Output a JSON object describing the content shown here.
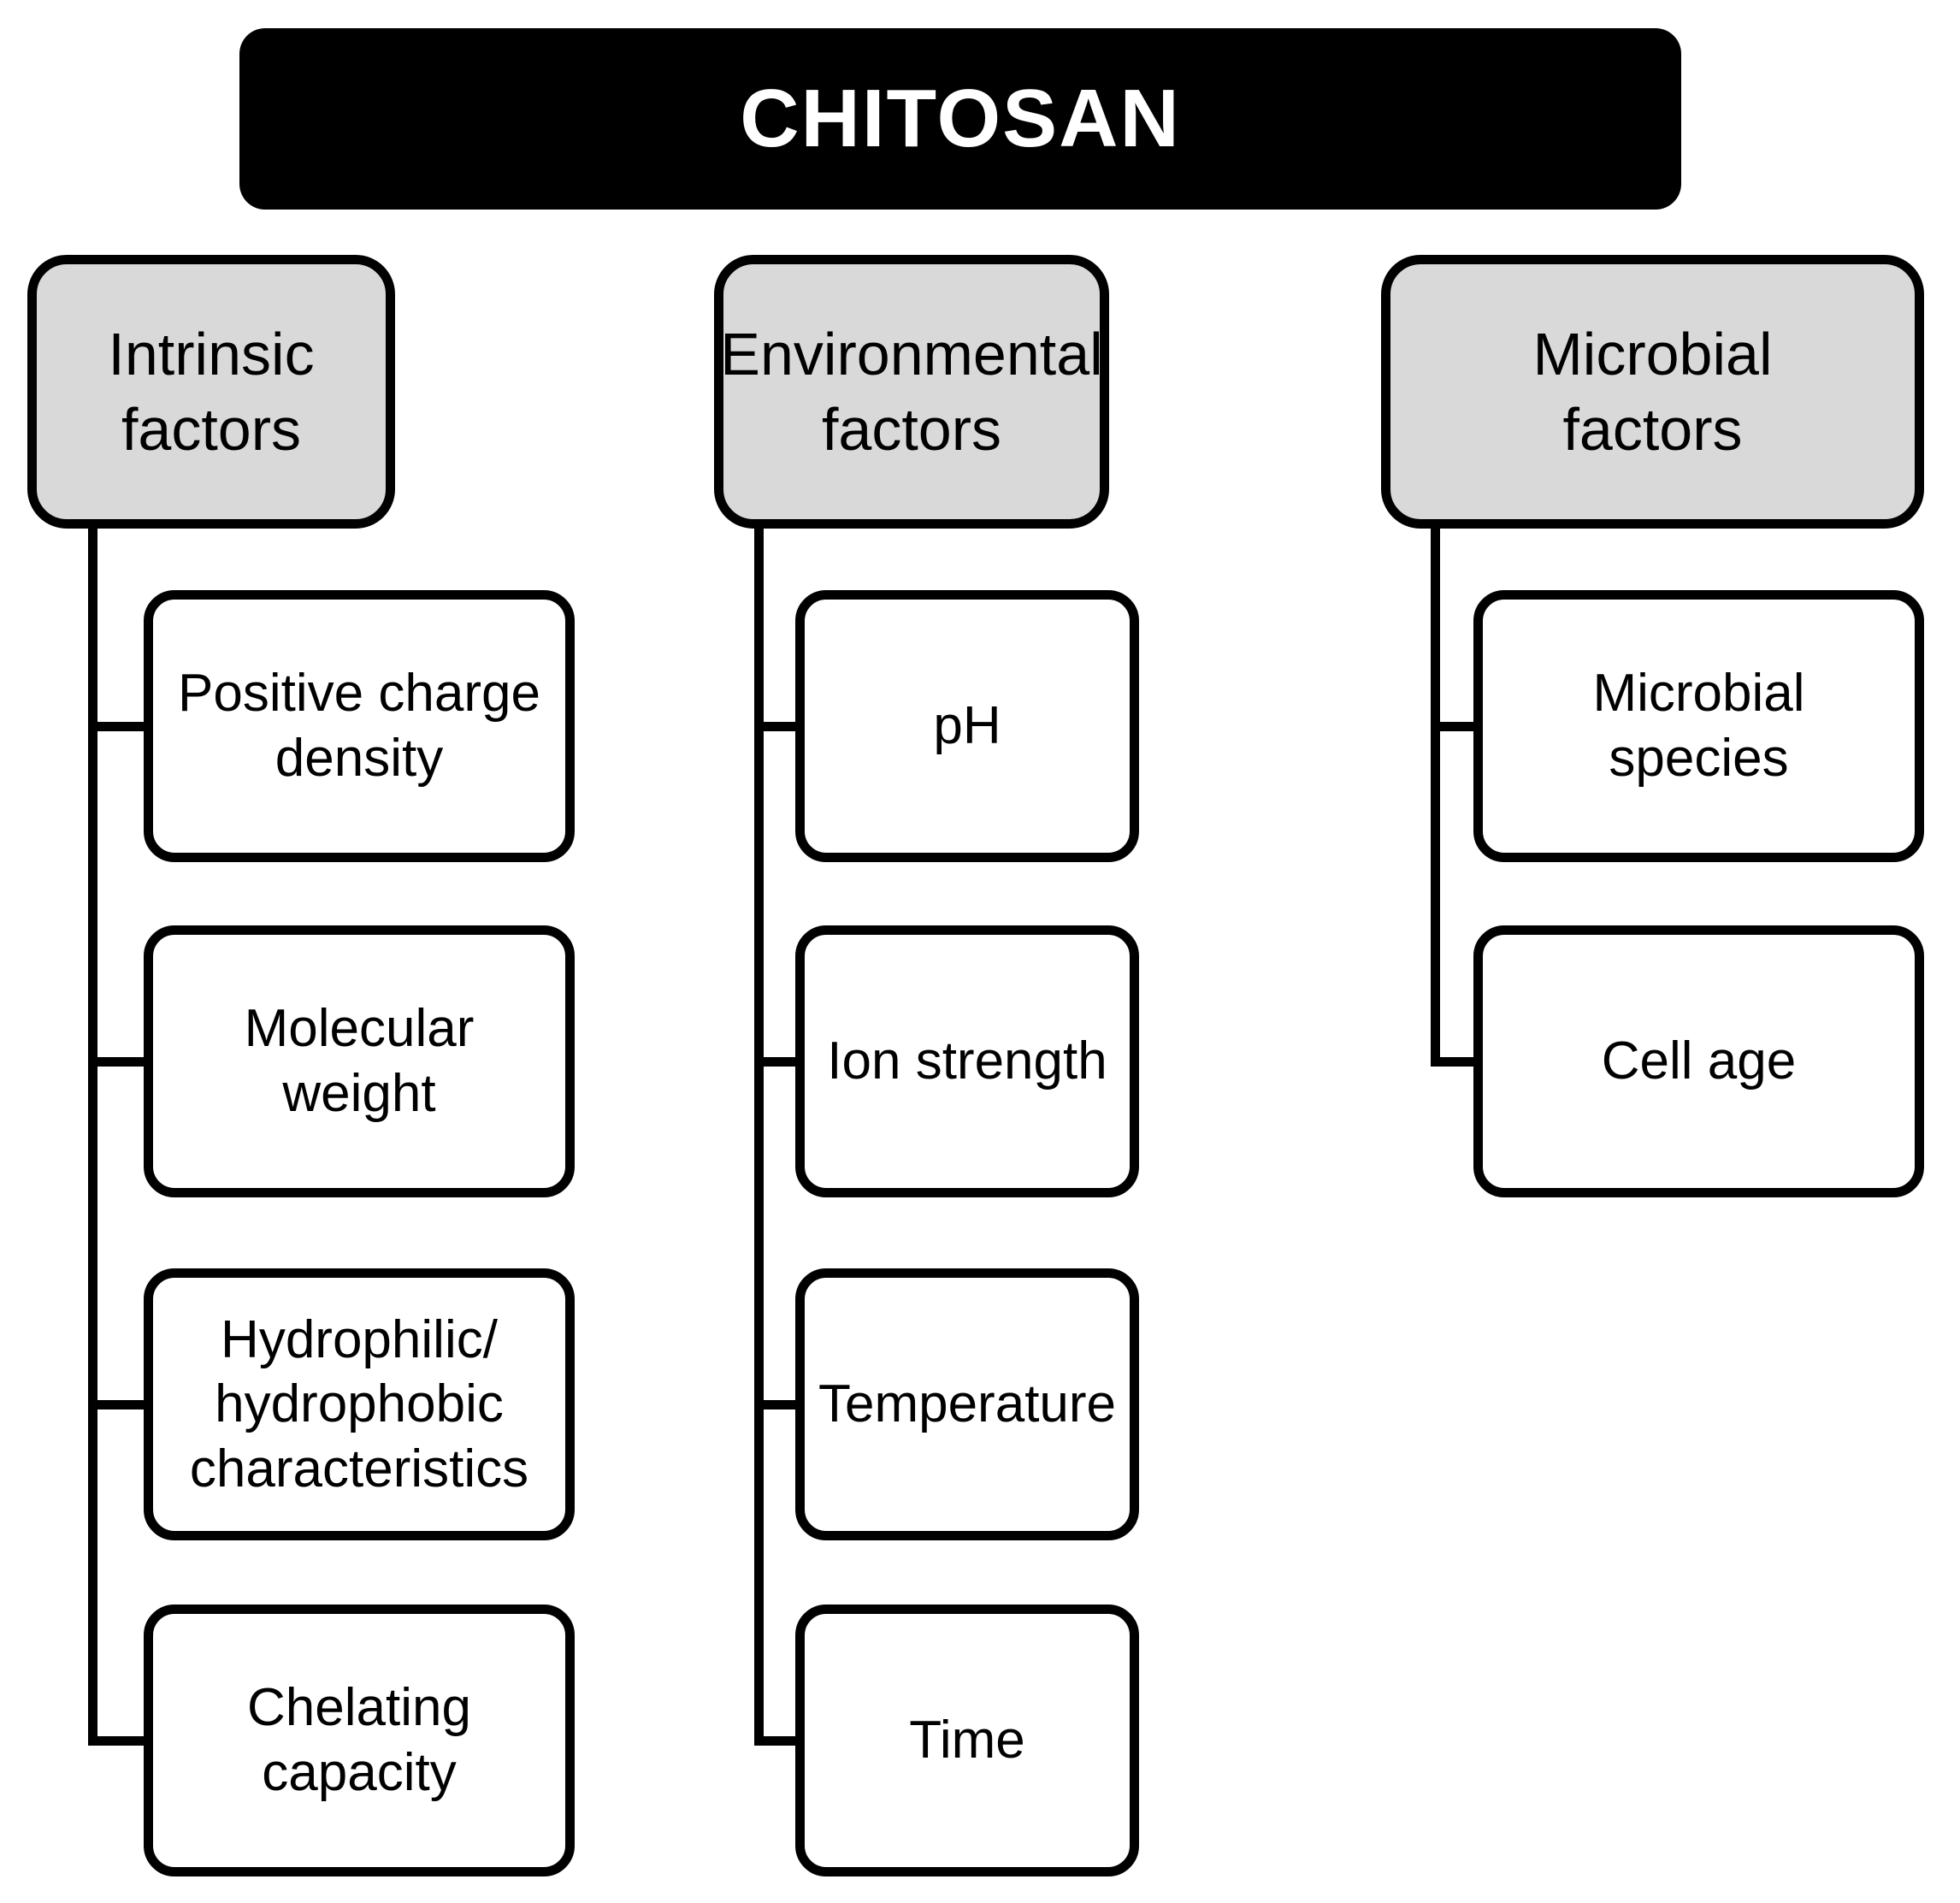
{
  "title": "CHITOSAN",
  "colors": {
    "title_bg": "#000000",
    "title_text": "#ffffff",
    "parent_bg": "#d9d9d9",
    "child_bg": "#ffffff",
    "border": "#000000"
  },
  "columns": [
    {
      "id": "intrinsic-factors",
      "label": "Intrinsic\nfactors",
      "children": [
        "Positive charge\ndensity",
        "Molecular\nweight",
        "Hydrophilic/\nhydrophobic\ncharacteristics",
        "Chelating\ncapacity"
      ]
    },
    {
      "id": "environmental-factors",
      "label": "Environmental\nfactors",
      "children": [
        "pH",
        "Ion strength",
        "Temperature",
        "Time"
      ]
    },
    {
      "id": "microbial-factors",
      "label": "Microbial\nfactors",
      "children": [
        "Microbial\nspecies",
        "Cell age"
      ]
    }
  ]
}
